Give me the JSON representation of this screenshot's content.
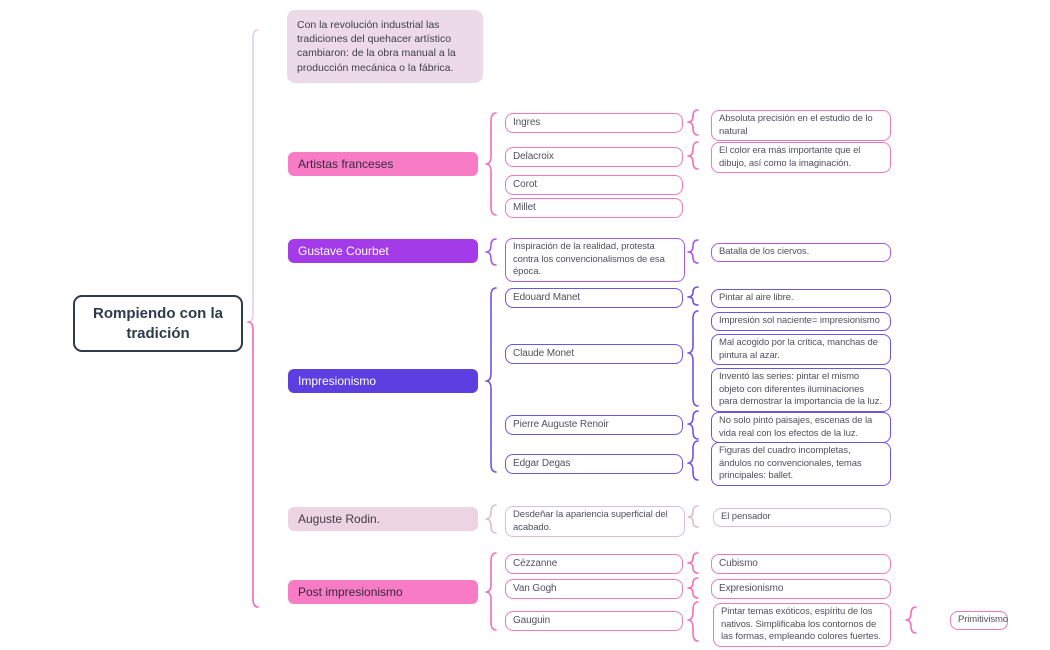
{
  "palette": {
    "pink": "#f470b8",
    "pink_fill": "#f87bc5",
    "purple": "#a75ae9",
    "purple_fill": "#a43be9",
    "indigo": "#6c55e3",
    "indigo_fill": "#5b3fe1",
    "rose_brace": "#d9bfd2",
    "rose_fill": "#ecd4e2",
    "memo_fill": "#ecdae8",
    "root_border": "#2f3b4c",
    "brace_light": "#e8cfe0",
    "brace_pink": "#f668b0"
  },
  "root": {
    "label": "Rompiendo con la tradición"
  },
  "note": {
    "text": "Con la revolución industrial las tradiciones del quehacer artístico cambiaron: de la obra manual a la producción mecánica o la fábrica."
  },
  "branches": [
    {
      "label": "Artistas franceses",
      "children": [
        {
          "label": "Ingres",
          "notes": [
            "Absoluta precisión en el estudio de lo natural"
          ]
        },
        {
          "label": "Delacroix",
          "notes": [
            "El color era más importante que el dibujo, así como la imaginación."
          ]
        },
        {
          "label": "Corot",
          "notes": []
        },
        {
          "label": "Millet",
          "notes": []
        }
      ]
    },
    {
      "label": "Gustave Courbet",
      "children": [
        {
          "label": "Inspiración de la realidad, protesta contra los convencionalismos de esa época.",
          "notes": [
            "Batalla de los ciervos."
          ]
        }
      ]
    },
    {
      "label": "Impresionismo",
      "children": [
        {
          "label": "Edouard Manet",
          "notes": [
            "Pintar al aire libre."
          ]
        },
        {
          "label": "Claude Monet",
          "notes": [
            "Impresión sol naciente= impresionismo",
            "Mal acogido por la crítica, manchas de pintura al azar.",
            "Inventó las series: pintar el mismo objeto con diferentes iluminaciones para demostrar la importancia de la luz."
          ]
        },
        {
          "label": "Pierre Auguste Renoir",
          "notes": [
            "No solo pintó paisajes, escenas de la vida real con los efectos de la luz."
          ]
        },
        {
          "label": "Edgar Degas",
          "notes": [
            "Figuras del cuadro incompletas, ándulos no convencionales, temas principales: ballet."
          ]
        }
      ]
    },
    {
      "label": "Auguste Rodin.",
      "children": [
        {
          "label": "Desdeñar la apariencia superficial del acabado.",
          "notes": [
            "El pensador"
          ]
        }
      ]
    },
    {
      "label": "Post impresionismo",
      "children": [
        {
          "label": "Cézzanne",
          "notes": [
            "Cubismo"
          ]
        },
        {
          "label": "Van Gogh",
          "notes": [
            "Expresionismo"
          ]
        },
        {
          "label": "Gauguin",
          "notes": [
            "Pintar temas exóticos, espíritu de los nativos. Simplificaba los contornos de las formas, empleando colores fuertes."
          ],
          "sub": "Primitivismo"
        }
      ]
    }
  ]
}
